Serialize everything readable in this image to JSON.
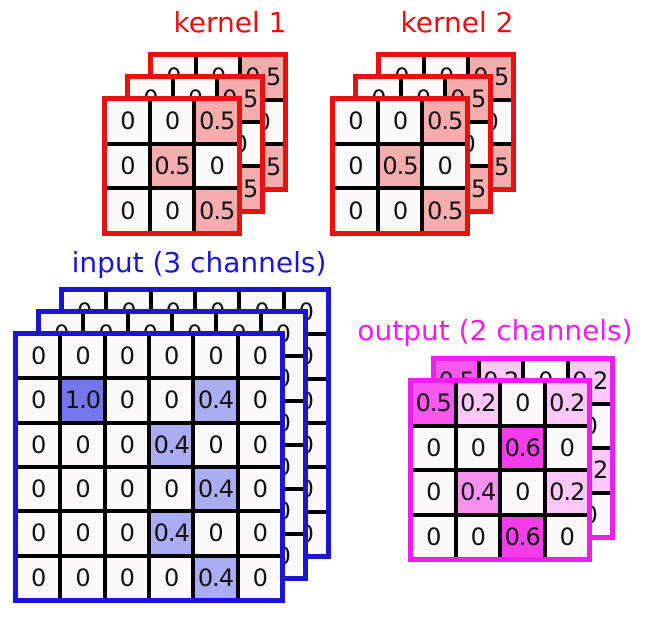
{
  "figure": {
    "description": "convolution diagram with kernels, input channels and output channels",
    "base_cell_color": "#fbf9f9",
    "separator_color": "#000000"
  },
  "stacks": [
    {
      "id": "kernel1",
      "title": "kernel 1",
      "title_color": "#e31212",
      "border_color": "#e81111",
      "grid_size": 3,
      "num_layers": 3,
      "rows": [
        [
          "0",
          "0",
          "0.5"
        ],
        [
          "0",
          "0.5",
          "0"
        ],
        [
          "0",
          "0",
          "0.5"
        ]
      ],
      "cell_colors": {
        "0.5": "#f5acac"
      }
    },
    {
      "id": "kernel2",
      "title": "kernel 2",
      "title_color": "#e31212",
      "border_color": "#e81111",
      "grid_size": 3,
      "num_layers": 3,
      "rows": [
        [
          "0",
          "0",
          "0.5"
        ],
        [
          "0",
          "0.5",
          "0"
        ],
        [
          "0",
          "0",
          "0.5"
        ]
      ],
      "cell_colors": {
        "0.5": "#f5acac"
      }
    },
    {
      "id": "input",
      "title": "input (3 channels)",
      "title_color": "#1c16d2",
      "border_color": "#1c16d2",
      "grid_size": 6,
      "num_layers": 3,
      "rows": [
        [
          "0",
          "0",
          "0",
          "0",
          "0",
          "0"
        ],
        [
          "0",
          "1.0",
          "0",
          "0",
          "0.4",
          "0"
        ],
        [
          "0",
          "0",
          "0",
          "0.4",
          "0",
          "0"
        ],
        [
          "0",
          "0",
          "0",
          "0",
          "0.4",
          "0"
        ],
        [
          "0",
          "0",
          "0",
          "0.4",
          "0",
          "0"
        ],
        [
          "0",
          "0",
          "0",
          "0",
          "0.4",
          "0"
        ]
      ],
      "cell_colors": {
        "1.0": "#7477e9",
        "0.4": "#abadf2"
      }
    },
    {
      "id": "output",
      "title": "output (2 channels)",
      "title_color": "#ee1fee",
      "border_color": "#ee1fee",
      "grid_size": 4,
      "num_layers": 2,
      "rows": [
        [
          "0.5",
          "0.2",
          "0",
          "0.2"
        ],
        [
          "0",
          "0",
          "0.6",
          "0"
        ],
        [
          "0",
          "0.4",
          "0",
          "0.2"
        ],
        [
          "0",
          "0",
          "0.6",
          "0"
        ]
      ],
      "cell_colors": {
        "0.5": "#f957ee",
        "0.6": "#f33cea",
        "0.4": "#f891ef",
        "0.2": "#fbc8f7"
      }
    }
  ]
}
